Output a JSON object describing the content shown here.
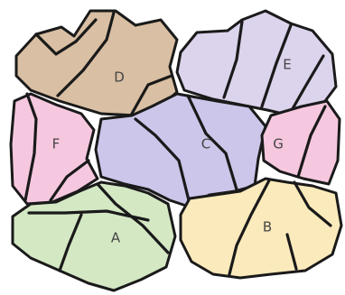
{
  "regions": [
    {
      "id": "D",
      "label": "D",
      "color": "#d9bfa3"
    },
    {
      "id": "E",
      "label": "E",
      "color": "#dcd3ec"
    },
    {
      "id": "F",
      "label": "F",
      "color": "#f6c8df"
    },
    {
      "id": "C",
      "label": "C",
      "color": "#ccc6ea"
    },
    {
      "id": "G",
      "label": "G",
      "color": "#f6c8df"
    },
    {
      "id": "A",
      "label": "A",
      "color": "#d4e8c4"
    },
    {
      "id": "B",
      "label": "B",
      "color": "#fbeabc"
    }
  ]
}
